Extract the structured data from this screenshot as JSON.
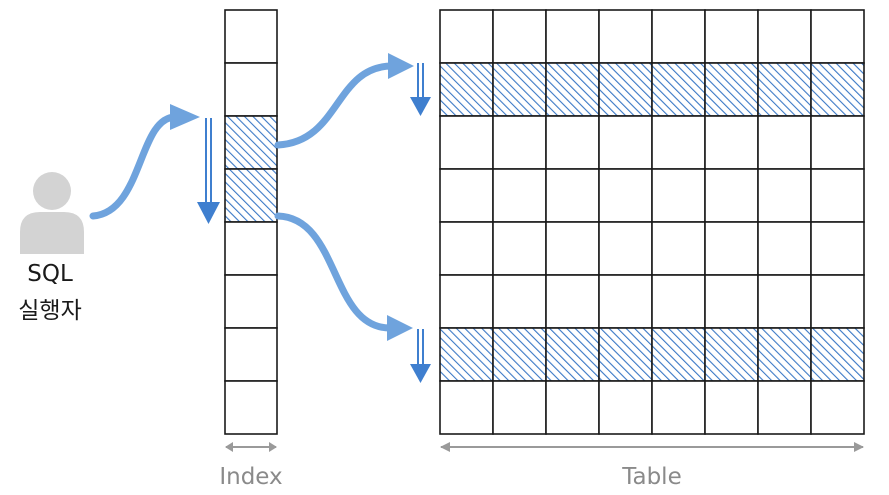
{
  "user": {
    "line1": "SQL",
    "line2": "실행자"
  },
  "index": {
    "label": "Index",
    "rows": 8,
    "highlighted_rows": [
      2,
      3
    ]
  },
  "table": {
    "label": "Table",
    "rows": 8,
    "cols": 8,
    "highlighted_rows": [
      1,
      6
    ]
  },
  "colors": {
    "grid_stroke": "#1a1a1a",
    "hatch_blue": "#3a78c6",
    "arrow_light_blue": "#6fa3dd",
    "arrow_dark_blue": "#3f7fcf",
    "dimension_gray": "#9a9a9a",
    "label_gray": "#8a8a8a",
    "person_gray": "#d3d3d3"
  },
  "icons": {
    "user": "person-icon"
  }
}
